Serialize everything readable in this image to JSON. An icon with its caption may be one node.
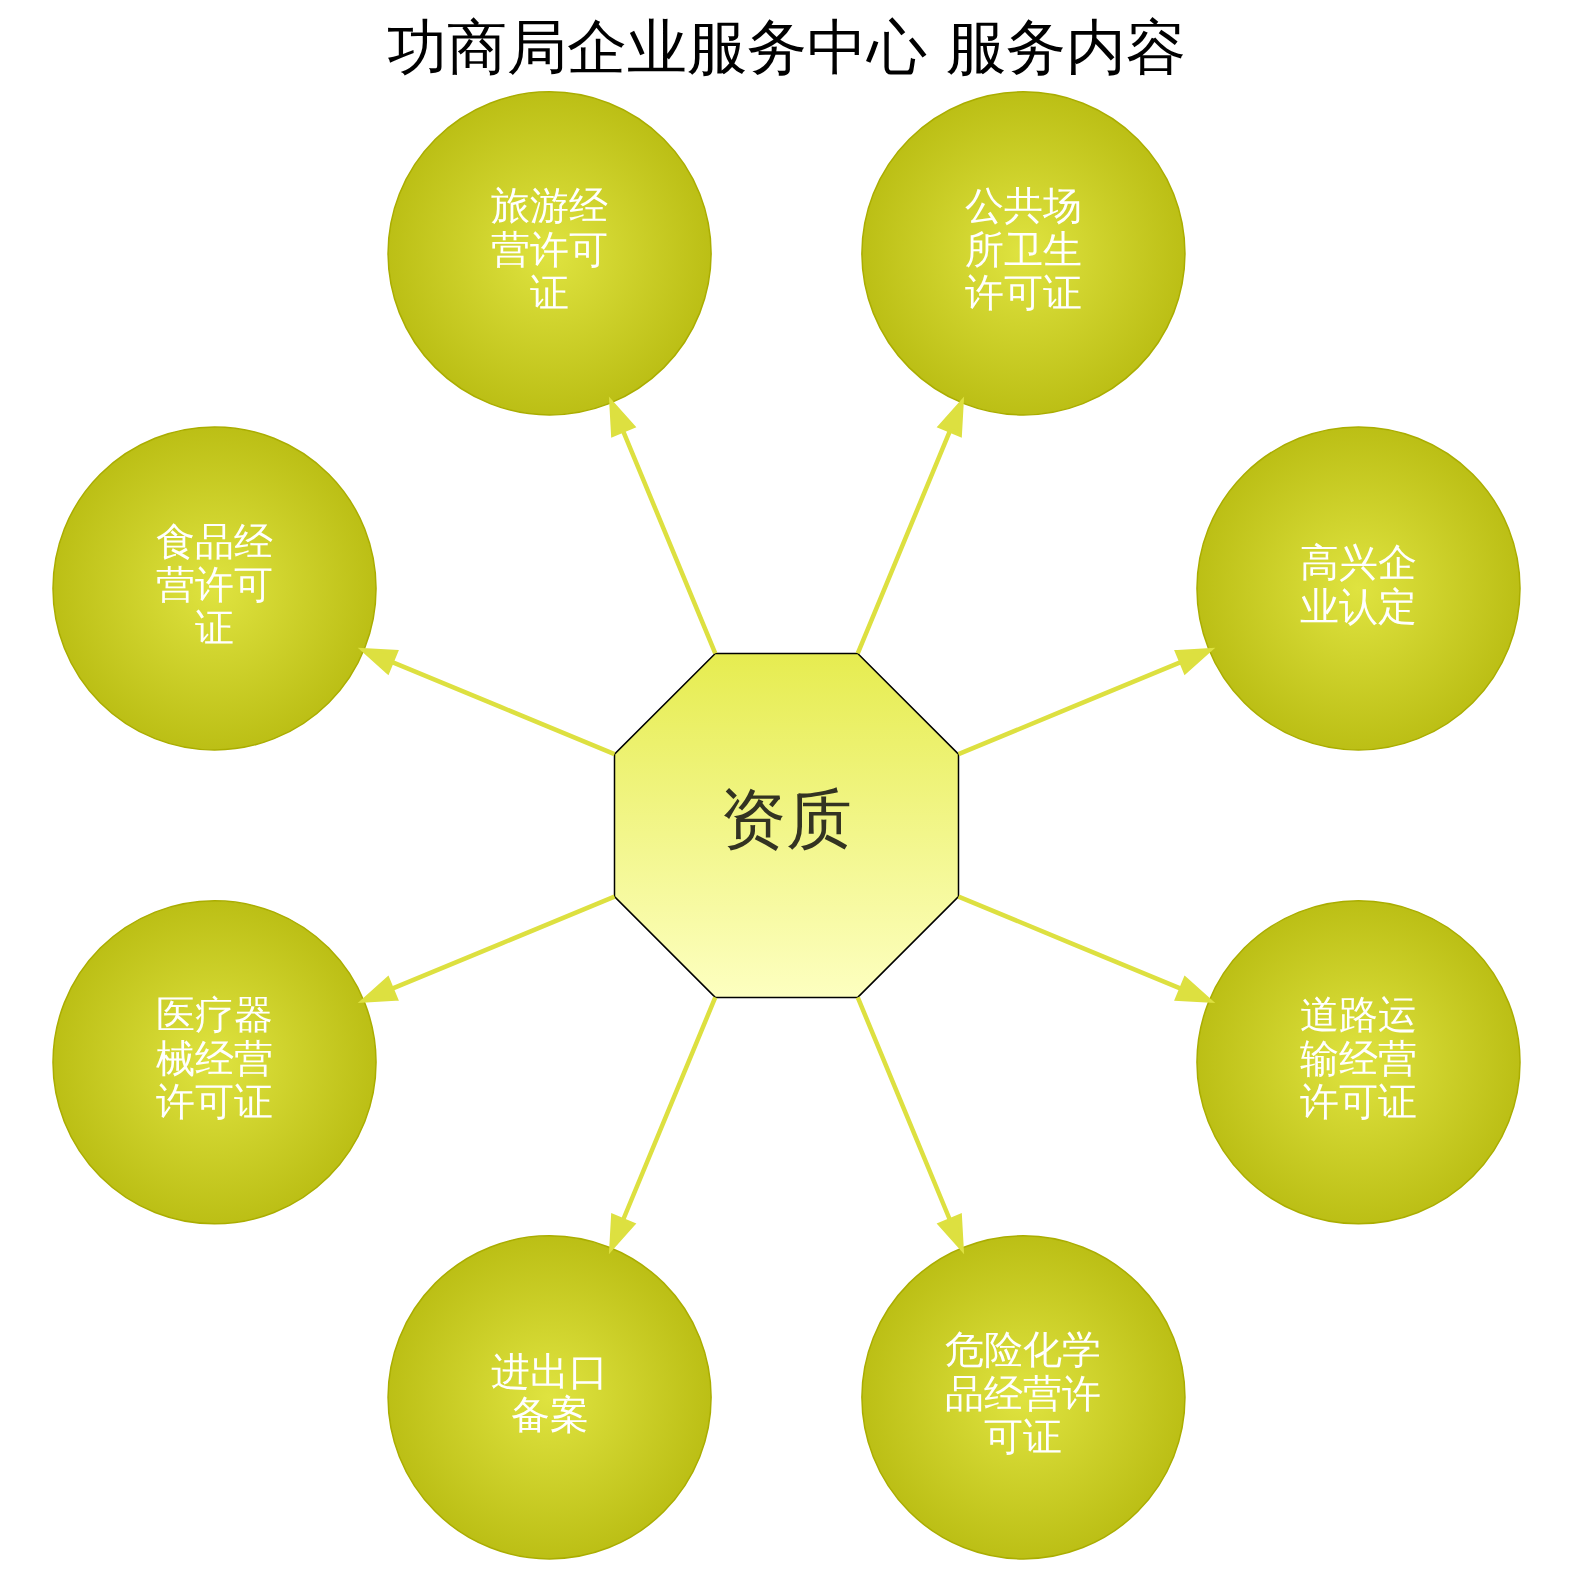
{
  "diagram": {
    "title": "功商局企业服务中心 服务内容",
    "nodes": [
      {
        "text": [
          "资质"
        ]
      },
      {
        "text": [
          "高兴企业认定"
        ]
      },
      {
        "text": [
          "公共场所卫生许可证"
        ]
      },
      {
        "text": [
          "旅游经营许可证"
        ]
      },
      {
        "text": [
          "食品经营许可证"
        ]
      },
      {
        "text": [
          "医疗器械经营许可证"
        ]
      },
      {
        "text": [
          "进出口备案"
        ]
      },
      {
        "text": [
          "危险化学品经营许可证"
        ]
      },
      {
        "text": [
          "道路运输经营许可证"
        ]
      }
    ],
    "edges": [
      {
        "from": 0,
        "to": 1,
        "arrow": "to"
      },
      {
        "from": 0,
        "to": 2,
        "arrow": "to"
      },
      {
        "from": 0,
        "to": 3,
        "arrow": "to"
      },
      {
        "from": 0,
        "to": 4,
        "arrow": "to"
      },
      {
        "from": 0,
        "to": 5,
        "arrow": "to"
      },
      {
        "from": 0,
        "to": 6,
        "arrow": "to"
      },
      {
        "from": 0,
        "to": 7,
        "arrow": "to"
      },
      {
        "from": 0,
        "to": 8,
        "arrow": "to"
      }
    ]
  }
}
